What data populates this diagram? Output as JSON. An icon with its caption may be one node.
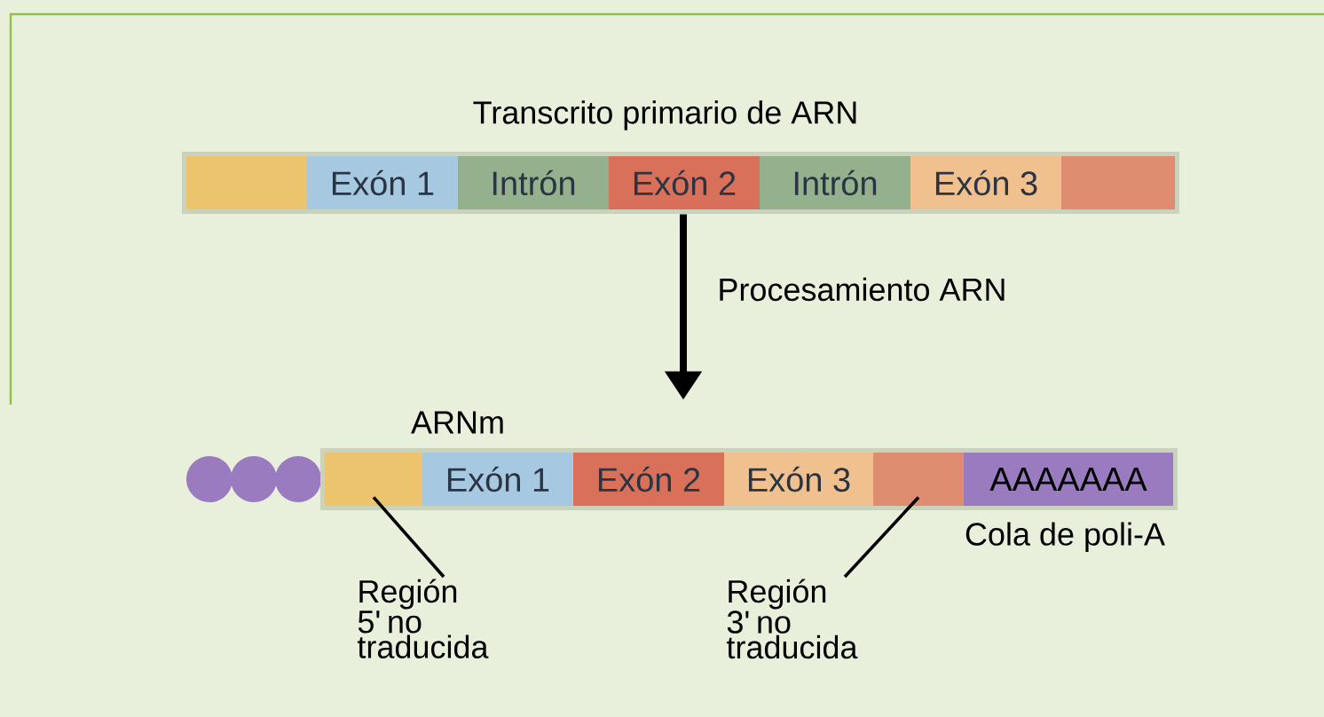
{
  "diagram": {
    "nodes": [
      {
        "text": [
          "Transcrito primario de ARN"
        ]
      },
      {
        "text": [],
        "shape": "box",
        "in": 0
      },
      {
        "text": [
          "Exón 1"
        ],
        "in": 0
      },
      {
        "text": [
          "Intrón"
        ],
        "in": 0
      },
      {
        "text": [
          "Exón 2"
        ],
        "in": 0
      },
      {
        "text": [
          "Intrón"
        ],
        "in": 0
      },
      {
        "text": [
          "Exón 3"
        ],
        "in": 0
      },
      {
        "text": [],
        "shape": "box",
        "in": 0
      },
      {
        "text": [],
        "shape": "circle"
      },
      {
        "text": [],
        "shape": "circle"
      },
      {
        "text": [],
        "shape": "circle"
      },
      {
        "text": [
          "ARNm"
        ]
      },
      {
        "text": [],
        "shape": "box",
        "in": 11
      },
      {
        "text": [
          "Exón 1"
        ],
        "in": 11
      },
      {
        "text": [
          "Exón 2"
        ],
        "in": 11
      },
      {
        "text": [
          "Exón 3"
        ],
        "in": 11
      },
      {
        "text": [],
        "shape": "box",
        "in": 11
      },
      {
        "text": [
          "AAAAAAA"
        ],
        "beside": [
          "Cola de poli-A"
        ],
        "in": 11
      },
      {
        "text": [
          "Región 5' no traducida"
        ]
      },
      {
        "text": [
          "Región 3' no traducida"
        ]
      }
    ],
    "edges": [
      {
        "from": 0,
        "to": 11,
        "arrow": "to",
        "label": "Procesamiento ARN",
        "style": "thick"
      },
      {
        "from": 18,
        "to": 12,
        "arrow": "none"
      },
      {
        "from": 19,
        "to": 16,
        "arrow": "none"
      }
    ]
  }
}
